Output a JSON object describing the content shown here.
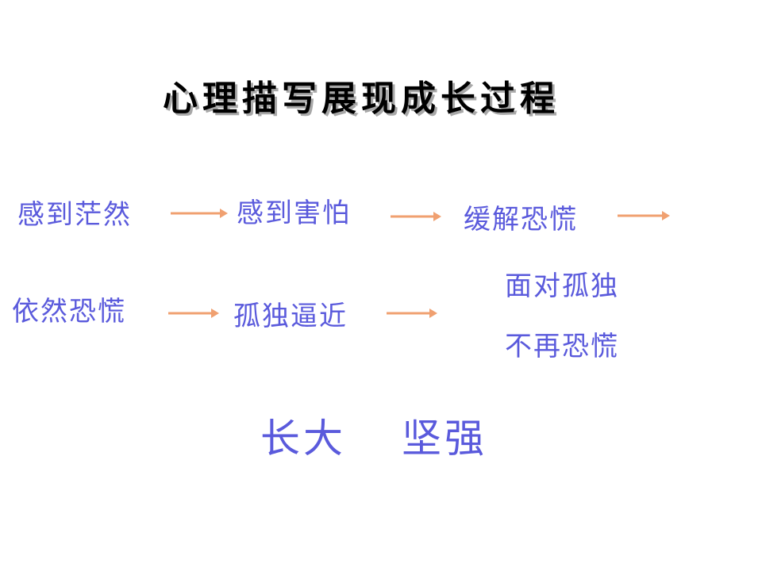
{
  "title": "心理描写展现成长过程",
  "colors": {
    "text": "#5a5adc",
    "arrow": "#f0a070",
    "title": "#000000"
  },
  "row1": [
    "感到茫然",
    "感到害怕",
    "缓解恐慌"
  ],
  "row2": [
    "依然恐慌",
    "孤独逼近"
  ],
  "result": [
    "面对孤独",
    "不再恐慌"
  ],
  "conclusion": [
    "长大",
    "坚强"
  ]
}
